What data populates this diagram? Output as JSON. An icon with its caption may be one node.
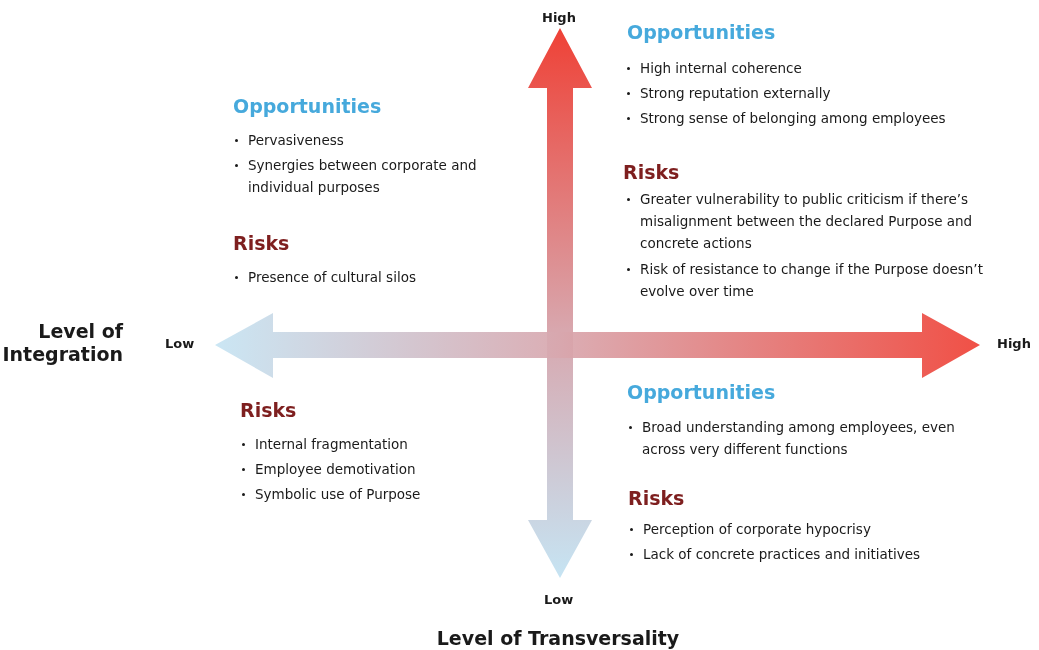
{
  "diagram": {
    "labels": [
      "High",
      "Opportunities",
      "Pervasiveness",
      "Synergies between corporate and individual purposes",
      "Risks",
      "Presence of cultural silos",
      "Opportunities",
      "High internal coherence",
      "Strong reputation externally",
      "Strong sense of belonging among employees",
      "Risks",
      "Greater vulnerability to public criticism if there’s misalignment between the declared Purpose and concrete actions",
      "Risk of resistance to change if the Purpose doesn’t evolve over time",
      "Level of Integration",
      "Low",
      "High",
      "Risks",
      "Internal fragmentation",
      "Employee demotivation",
      "Symbolic use of Purpose",
      "Opportunities",
      "Broad understanding among employees, even across very different functions",
      "Risks",
      "Perception of corporate hypocrisy",
      "Lack of concrete practices and initiatives",
      "Low",
      "Level of Transversality"
    ]
  }
}
